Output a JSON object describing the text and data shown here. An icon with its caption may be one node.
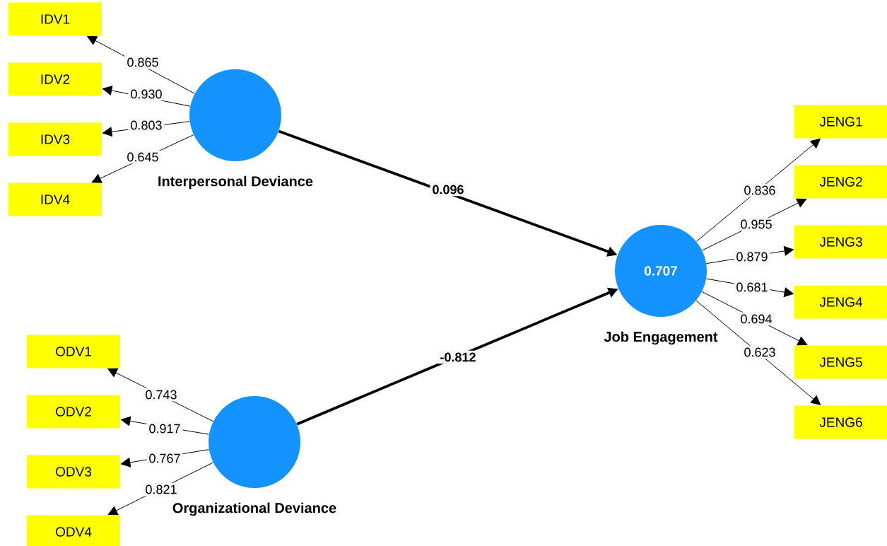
{
  "diagram": {
    "nodes": [
      {
        "text": [
          "IDV1"
        ]
      },
      {
        "text": [
          "IDV2"
        ]
      },
      {
        "text": [
          "IDV3"
        ]
      },
      {
        "text": [
          "IDV4"
        ]
      },
      {
        "text": [
          "Interpersonal Deviance"
        ]
      },
      {
        "text": [
          "0.707",
          "Job Engagement"
        ]
      },
      {
        "text": [
          "JENG1"
        ]
      },
      {
        "text": [
          "JENG2"
        ]
      },
      {
        "text": [
          "JENG3"
        ]
      },
      {
        "text": [
          "JENG4"
        ]
      },
      {
        "text": [
          "JENG5"
        ]
      },
      {
        "text": [
          "JENG6"
        ]
      },
      {
        "text": [
          "ODV1"
        ]
      },
      {
        "text": [
          "ODV2"
        ]
      },
      {
        "text": [
          "ODV3"
        ]
      },
      {
        "text": [
          "ODV4"
        ]
      },
      {
        "text": [
          "Organizational Deviance"
        ]
      }
    ],
    "edges": [
      {
        "from": 4,
        "to": 0,
        "arrow": "to",
        "label": "0.865"
      },
      {
        "from": 4,
        "to": 1,
        "arrow": "to",
        "label": "0.930"
      },
      {
        "from": 4,
        "to": 2,
        "arrow": "to",
        "label": "0.803"
      },
      {
        "from": 4,
        "to": 3,
        "arrow": "to",
        "label": "0.645"
      },
      {
        "from": 4,
        "to": 5,
        "arrow": "to",
        "label": "0.096",
        "style": "thick"
      },
      {
        "from": 16,
        "to": 5,
        "arrow": "to",
        "label": "-0.812",
        "style": "thick"
      },
      {
        "from": 5,
        "to": 6,
        "arrow": "to",
        "label": "0.836"
      },
      {
        "from": 5,
        "to": 7,
        "arrow": "to",
        "label": "0.955"
      },
      {
        "from": 5,
        "to": 8,
        "arrow": "to",
        "label": "0.879"
      },
      {
        "from": 5,
        "to": 9,
        "arrow": "to",
        "label": "0.681"
      },
      {
        "from": 5,
        "to": 10,
        "arrow": "to",
        "label": "0.694"
      },
      {
        "from": 5,
        "to": 11,
        "arrow": "to",
        "label": "0.623"
      },
      {
        "from": 16,
        "to": 12,
        "arrow": "to",
        "label": "0.743"
      },
      {
        "from": 16,
        "to": 13,
        "arrow": "to",
        "label": "0.917"
      },
      {
        "from": 16,
        "to": 14,
        "arrow": "to",
        "label": "0.767"
      },
      {
        "from": 16,
        "to": 15,
        "arrow": "to",
        "label": "0.821"
      }
    ]
  }
}
